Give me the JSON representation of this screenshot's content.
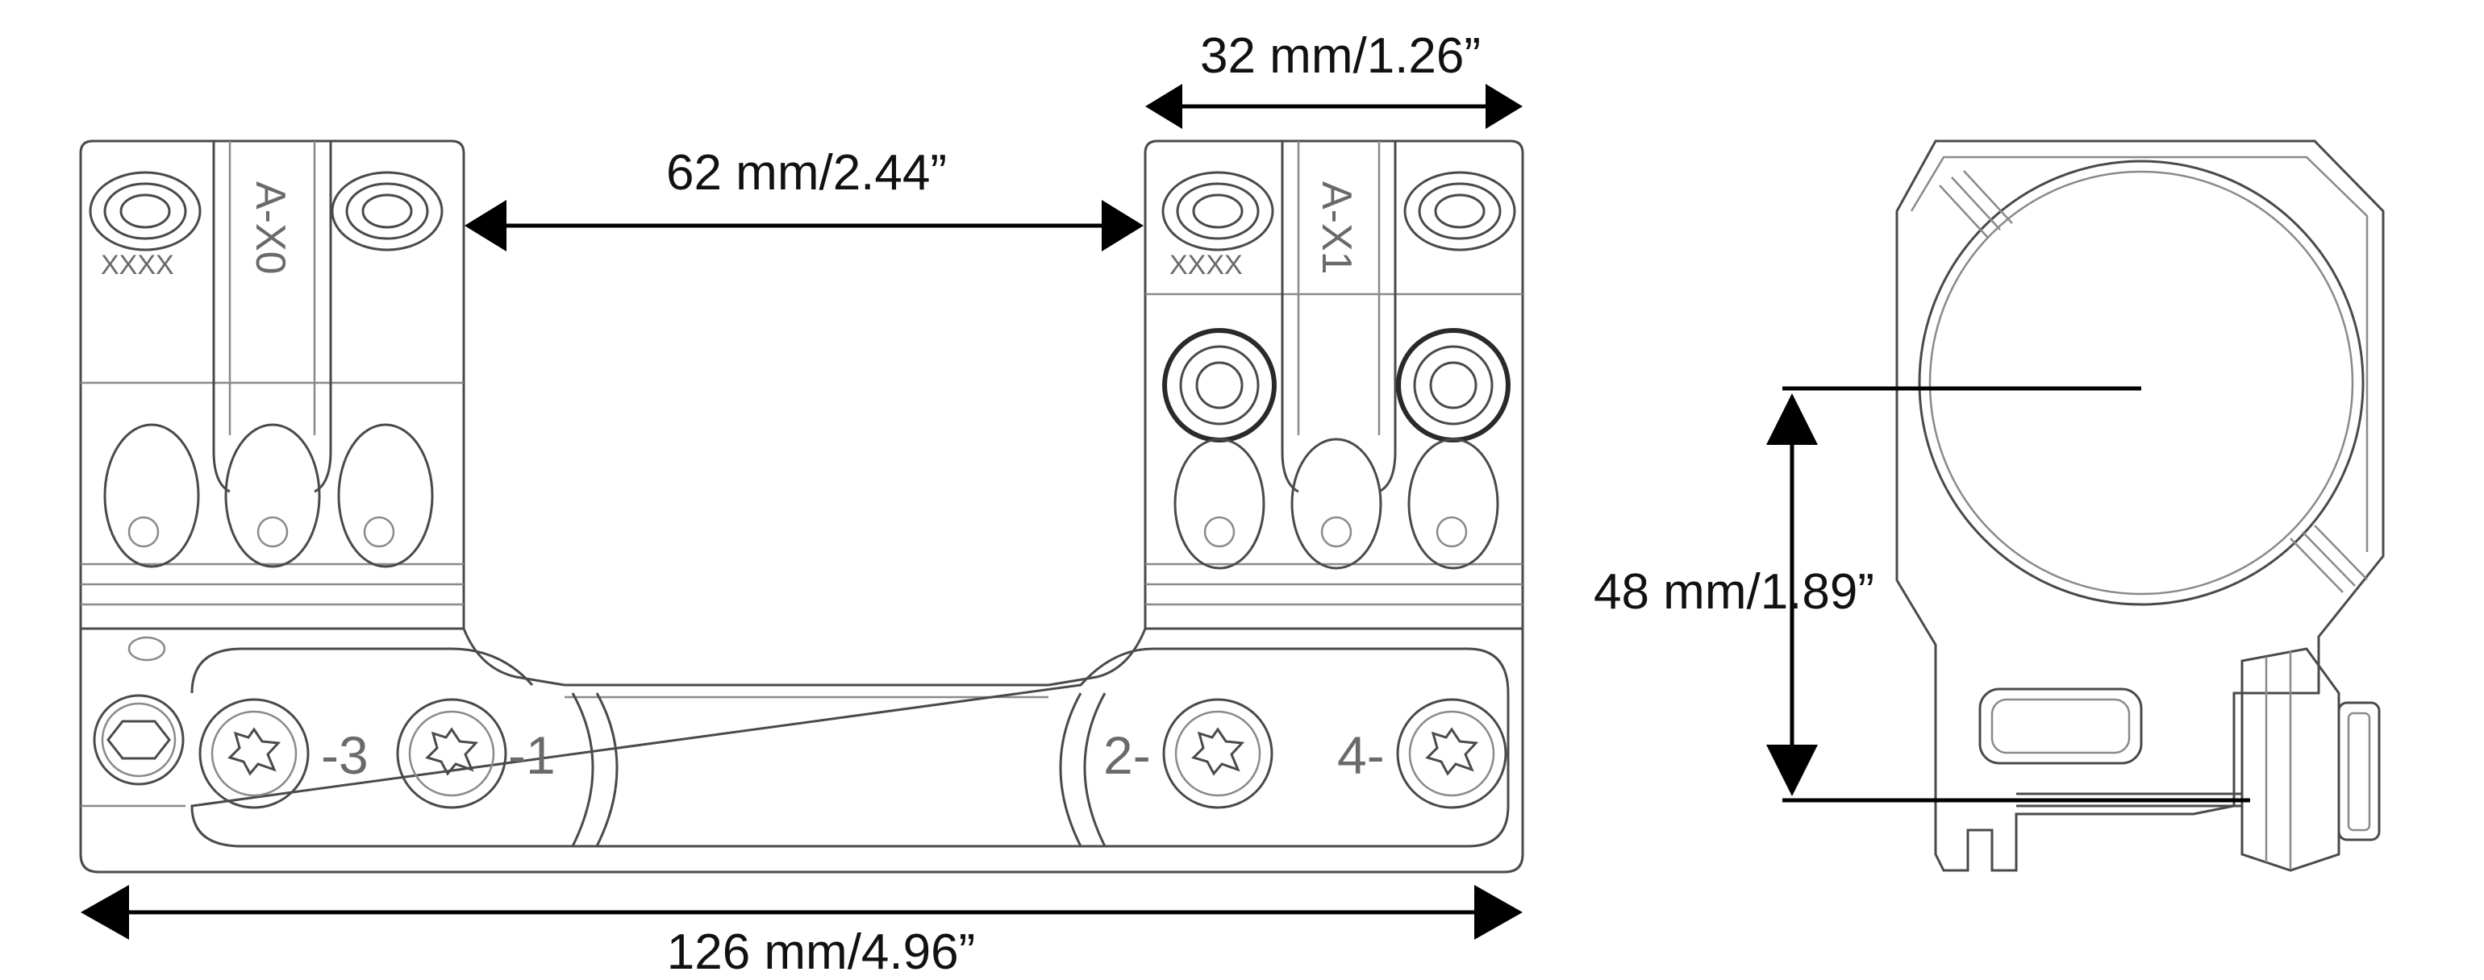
{
  "dimensions": {
    "ring_width": "32 mm/1.26”",
    "ring_spacing": "62 mm/2.44”",
    "total_length": "126 mm/4.96”",
    "center_height": "48 mm/1.89”"
  },
  "engravings": {
    "front_ring_code": "A-X0",
    "rear_ring_code": "A-X1",
    "serial_left": "XXXX",
    "serial_right": "XXXX",
    "screw_number_3": "-3",
    "screw_number_1": "-1",
    "screw_number_2": "2-",
    "screw_number_4": "4-"
  },
  "colors": {
    "line": "#4a4a4a",
    "dimension": "#000000",
    "background": "#ffffff"
  }
}
